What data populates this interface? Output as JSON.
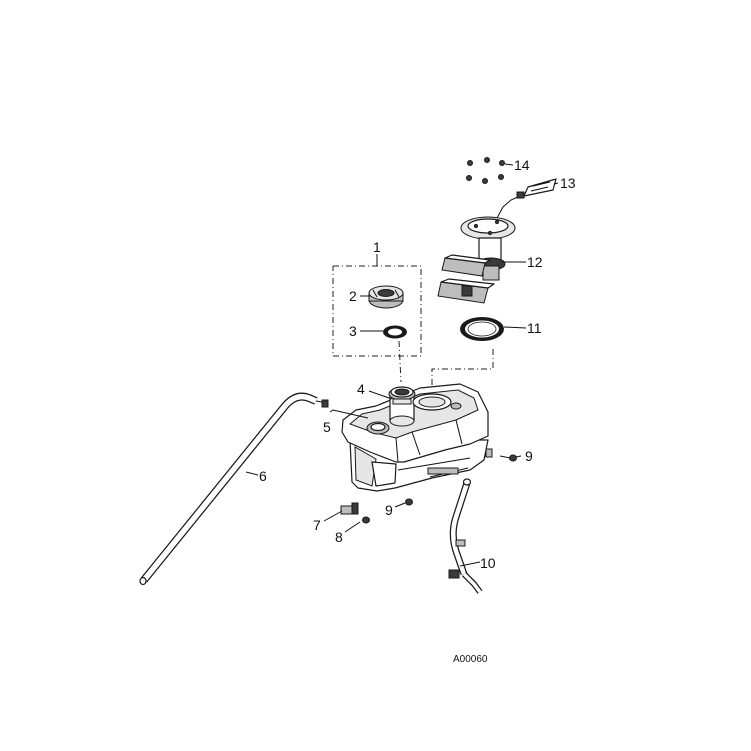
{
  "diagram": {
    "callouts": [
      {
        "id": "1",
        "label": "1"
      },
      {
        "id": "2",
        "label": "2"
      },
      {
        "id": "3",
        "label": "3"
      },
      {
        "id": "4",
        "label": "4"
      },
      {
        "id": "5",
        "label": "5"
      },
      {
        "id": "6",
        "label": "6"
      },
      {
        "id": "7",
        "label": "7"
      },
      {
        "id": "8",
        "label": "8"
      },
      {
        "id": "9a",
        "label": "9"
      },
      {
        "id": "9b",
        "label": "9"
      },
      {
        "id": "10",
        "label": "10"
      },
      {
        "id": "11",
        "label": "11"
      },
      {
        "id": "12",
        "label": "12"
      },
      {
        "id": "13",
        "label": "13"
      },
      {
        "id": "14",
        "label": "14"
      }
    ],
    "figure_code": "A00060"
  }
}
